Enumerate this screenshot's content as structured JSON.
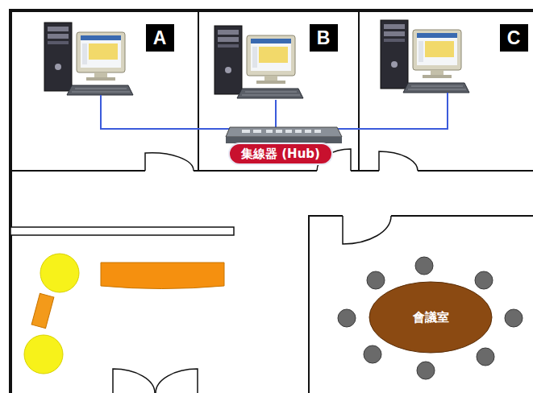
{
  "diagram": {
    "nodes": [
      {
        "text": [
          "A"
        ]
      },
      {
        "text": [
          "B"
        ]
      },
      {
        "text": [
          "C"
        ]
      },
      {
        "text": [
          "集線器 (Hub)"
        ]
      },
      {
        "text": [
          "會議室"
        ]
      }
    ]
  }
}
